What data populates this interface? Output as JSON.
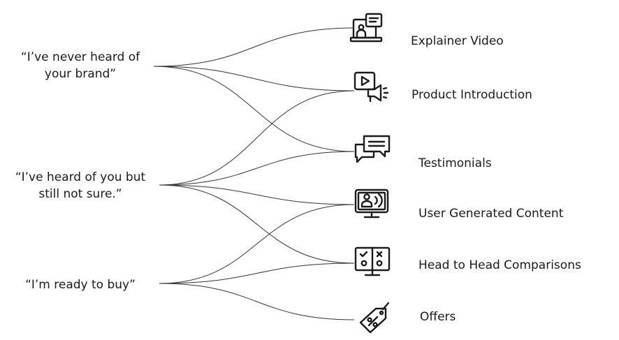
{
  "quotes": [
    {
      "text": "“I’ve never heard of\nyour brand”"
    },
    {
      "text": "“I’ve heard of you but\nstill not sure.”"
    },
    {
      "text": "“I’m ready to buy”"
    }
  ],
  "outcomes": [
    {
      "label": "Explainer Video",
      "icon": "video-presentation-icon"
    },
    {
      "label": "Product Introduction",
      "icon": "video-megaphone-icon"
    },
    {
      "label": "Testimonials",
      "icon": "chat-bubbles-icon"
    },
    {
      "label": "User Generated Content",
      "icon": "monitor-user-broadcast-icon"
    },
    {
      "label": "Head to Head Comparisons",
      "icon": "comparison-monitor-icon"
    },
    {
      "label": "Offers",
      "icon": "discount-tag-icon"
    }
  ],
  "links": [
    {
      "from": 0,
      "to": 0
    },
    {
      "from": 0,
      "to": 1
    },
    {
      "from": 0,
      "to": 2
    },
    {
      "from": 1,
      "to": 1
    },
    {
      "from": 1,
      "to": 2
    },
    {
      "from": 1,
      "to": 3
    },
    {
      "from": 1,
      "to": 4
    },
    {
      "from": 2,
      "to": 3
    },
    {
      "from": 2,
      "to": 4
    },
    {
      "from": 2,
      "to": 5
    }
  ]
}
